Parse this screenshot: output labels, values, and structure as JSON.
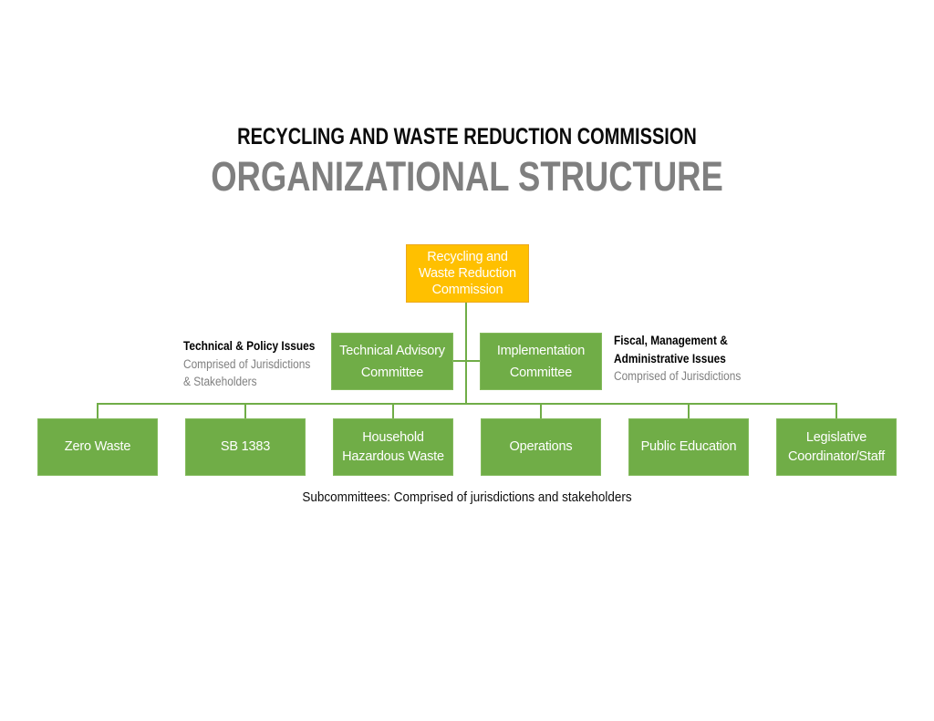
{
  "title": {
    "line1": "RECYCLING AND WASTE REDUCTION COMMISSION",
    "line2": "ORGANIZATIONAL STRUCTURE"
  },
  "colors": {
    "commission_fill": "#FFC000",
    "committee_fill": "#70AD47",
    "connector_line": "#70AD47",
    "subtitle_gray": "#7F7F7F",
    "muted_text": "#808080",
    "node_text": "#FFFFFF"
  },
  "org": {
    "root": {
      "label": "Recycling and Waste Reduction Commission"
    },
    "committees": [
      {
        "label": "Technical Advisory Committee"
      },
      {
        "label": "Implementation Committee"
      }
    ],
    "subcommittees": [
      {
        "label": "Zero Waste"
      },
      {
        "label": "SB 1383"
      },
      {
        "label": "Household Hazardous Waste"
      },
      {
        "label": "Operations"
      },
      {
        "label": "Public Education"
      },
      {
        "label": "Legislative Coordinator/Staff"
      }
    ]
  },
  "annotations": {
    "left": {
      "title": "Technical & Policy Issues",
      "line1": "Comprised of Jurisdictions",
      "line2": "& Stakeholders"
    },
    "right": {
      "title_line1": "Fiscal, Management &",
      "title_line2": "Administrative Issues",
      "line1": "Comprised of Jurisdictions"
    }
  },
  "caption": "Subcommittees: Comprised of jurisdictions and stakeholders"
}
